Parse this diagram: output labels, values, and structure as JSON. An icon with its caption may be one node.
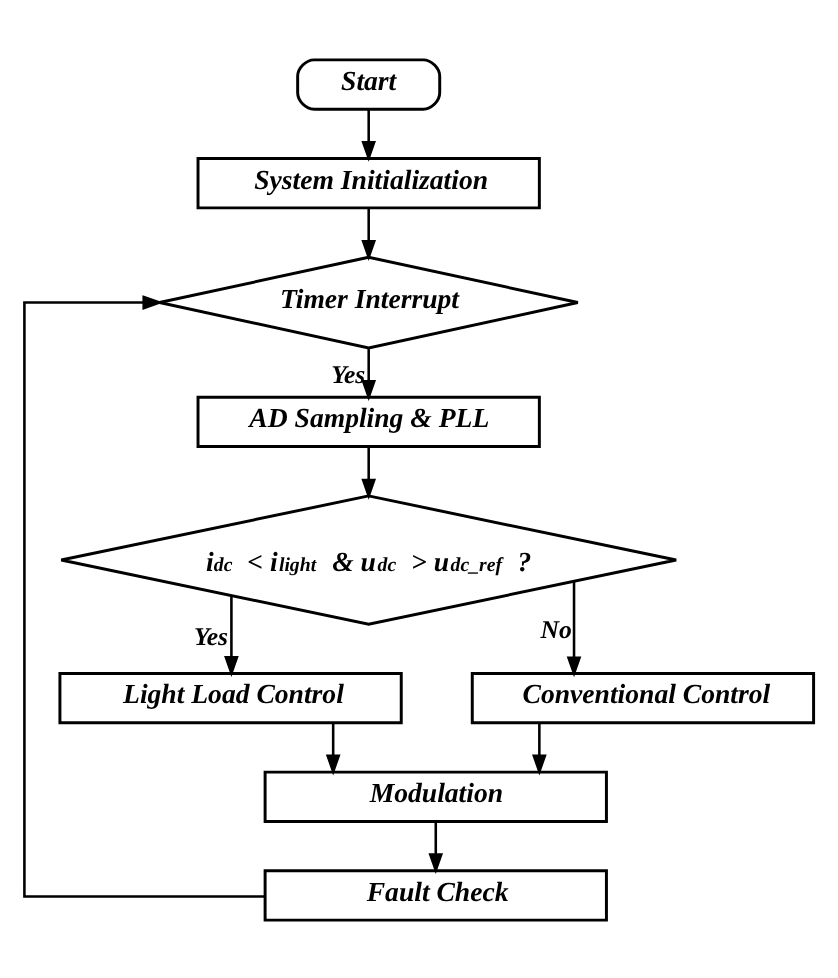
{
  "diagram": {
    "nodes": [
      {
        "text": [
          "Start"
        ]
      },
      {
        "text": [
          "System Initialization"
        ]
      },
      {
        "text": [
          "Timer Interrupt"
        ]
      },
      {
        "text": [
          "AD Sampling & PLL"
        ]
      },
      {
        "text": [
          "i$_{dc}$ < i$_{light}$ & u$_{dc}$ > u$_{dc_ref}$ ?"
        ]
      },
      {
        "text": [
          "Light Load Control"
        ]
      },
      {
        "text": [
          "Conventional Control"
        ]
      },
      {
        "text": [
          "Modulation"
        ]
      },
      {
        "text": [
          "Fault Check"
        ]
      }
    ],
    "edges": [
      {
        "from": 0,
        "to": 1,
        "arrow": "to"
      },
      {
        "from": 1,
        "to": 2,
        "arrow": "to"
      },
      {
        "from": 2,
        "to": 3,
        "arrow": "to",
        "label": "Yes"
      },
      {
        "from": 3,
        "to": 4,
        "arrow": "to"
      },
      {
        "from": 4,
        "to": 5,
        "arrow": "to",
        "label": "Yes"
      },
      {
        "from": 4,
        "to": 6,
        "arrow": "to",
        "label": "No"
      },
      {
        "from": 5,
        "to": 7,
        "arrow": "to"
      },
      {
        "from": 6,
        "to": 7,
        "arrow": "to"
      },
      {
        "from": 7,
        "to": 8,
        "arrow": "to"
      },
      {
        "from": 8,
        "to": 2,
        "arrow": "to"
      }
    ]
  }
}
